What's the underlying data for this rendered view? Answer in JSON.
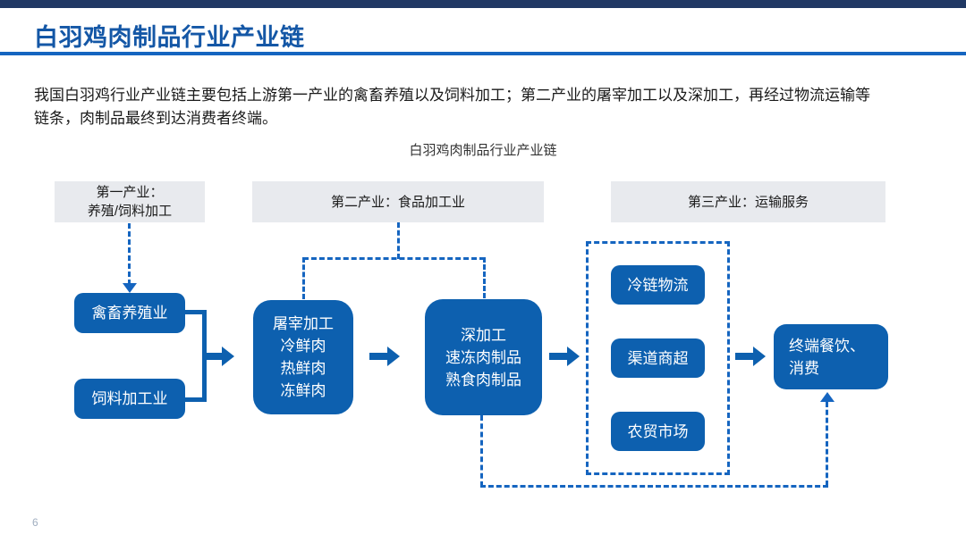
{
  "slide": {
    "title": "白羽鸡肉制品行业产业链",
    "page_number": "6"
  },
  "intro": {
    "line1": "我国白羽鸡行业产业链主要包括上游第一产业的禽畜养殖以及饲料加工；第二产业的屠宰加工以及深加工，再经过物流运输等",
    "line2": "链条，肉制品最终到达消费者终端。"
  },
  "diagram": {
    "title": "白羽鸡肉制品行业产业链",
    "sections": {
      "first": {
        "line1": "第一产业：",
        "line2": "养殖/饲料加工"
      },
      "second": {
        "label": "第二产业：食品加工业"
      },
      "third": {
        "label": "第三产业：运输服务"
      }
    },
    "nodes": {
      "poultry": "禽畜养殖业",
      "feed": "饲料加工业",
      "slaughter": {
        "line1": "屠宰加工",
        "line2": "冷鲜肉",
        "line3": "热鲜肉",
        "line4": "冻鲜肉"
      },
      "deep": {
        "line1": "深加工",
        "line2": "速冻肉制品",
        "line3": "熟食肉制品"
      },
      "cold_chain": "冷链物流",
      "channel": "渠道商超",
      "market": "农贸市场",
      "terminal": {
        "line1": "终端餐饮、",
        "line2": "消费"
      }
    }
  },
  "colors": {
    "node_blue": "#0d60af",
    "dashed_blue": "#1565c0",
    "title_blue": "#1457a6",
    "top_bar_navy": "#203864",
    "section_header_gray": "#e8eaee"
  }
}
